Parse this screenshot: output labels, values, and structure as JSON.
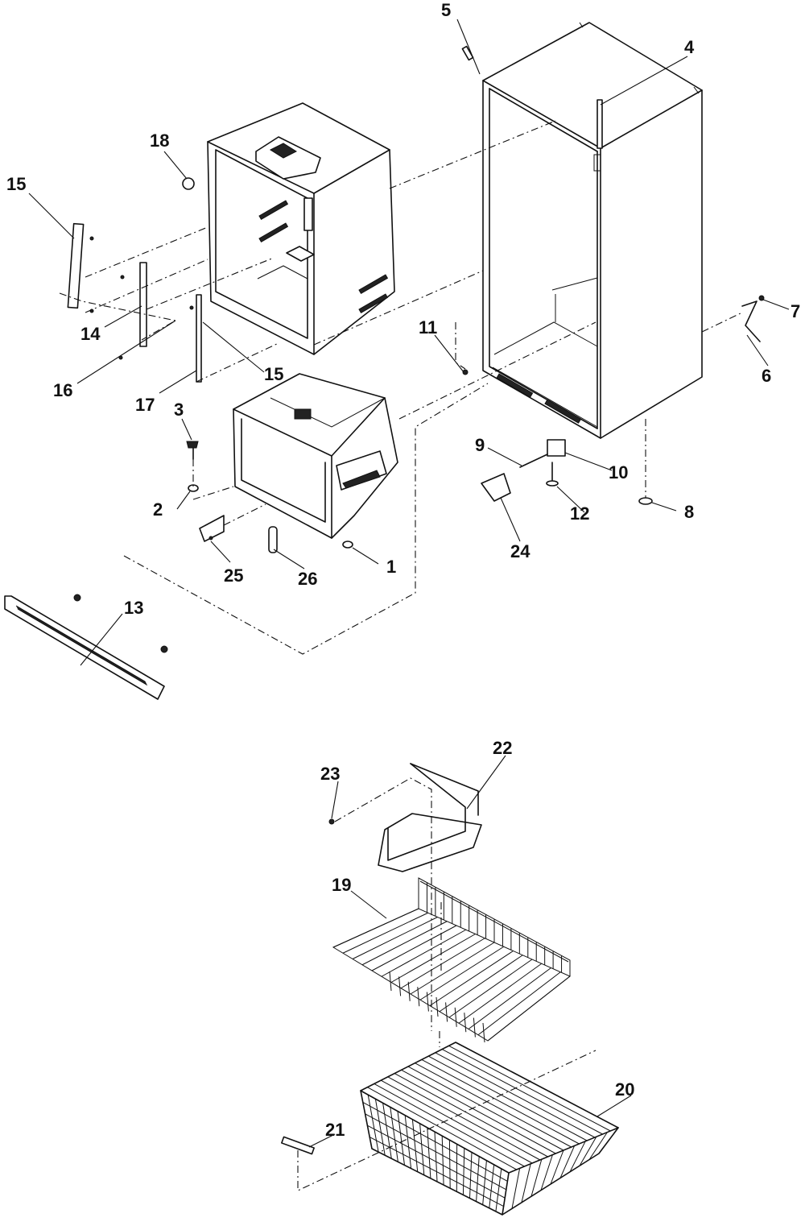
{
  "parts": [
    {
      "id": "p1",
      "label": "1"
    },
    {
      "id": "p2",
      "label": "2"
    },
    {
      "id": "p3",
      "label": "3"
    },
    {
      "id": "p4",
      "label": "4"
    },
    {
      "id": "p5",
      "label": "5"
    },
    {
      "id": "p6a",
      "label": "6"
    },
    {
      "id": "p7",
      "label": "7"
    },
    {
      "id": "p8",
      "label": "8"
    },
    {
      "id": "p9",
      "label": "9"
    },
    {
      "id": "p10",
      "label": "10"
    },
    {
      "id": "p11",
      "label": "11"
    },
    {
      "id": "p12",
      "label": "12"
    },
    {
      "id": "p13",
      "label": "13"
    },
    {
      "id": "p14",
      "label": "14"
    },
    {
      "id": "p15a",
      "label": "15"
    },
    {
      "id": "p15b",
      "label": "15"
    },
    {
      "id": "p16",
      "label": "16"
    },
    {
      "id": "p17",
      "label": "17"
    },
    {
      "id": "p18",
      "label": "18"
    },
    {
      "id": "p19",
      "label": "19"
    },
    {
      "id": "p20",
      "label": "20"
    },
    {
      "id": "p21",
      "label": "21"
    },
    {
      "id": "p22",
      "label": "22"
    },
    {
      "id": "p23",
      "label": "23"
    },
    {
      "id": "p24",
      "label": "24"
    },
    {
      "id": "p25",
      "label": "25"
    },
    {
      "id": "p26",
      "label": "26"
    }
  ]
}
